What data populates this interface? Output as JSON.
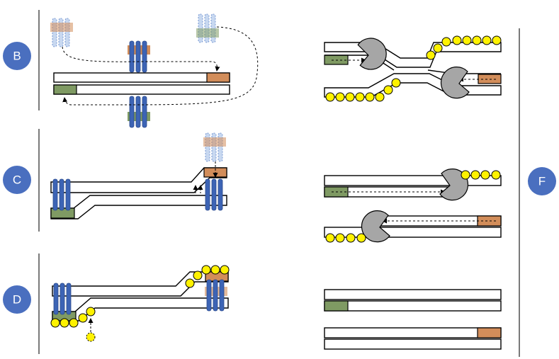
{
  "panels": {
    "b": {
      "label": "B"
    },
    "c": {
      "label": "C"
    },
    "d": {
      "label": "D"
    },
    "f": {
      "label": "F"
    }
  },
  "colors": {
    "badge": "#4a6fbf",
    "protein": "#3d64b5",
    "protein_faded": "#a9c0e6",
    "flap_orange": "#d28d5a",
    "primer_green": "#7f9a63",
    "bead_yellow": "#fff200",
    "polymerase_gray": "#a6a6a6"
  },
  "icons": [
    "dna-strand",
    "clamp-protein",
    "polymerase",
    "yellow-bead",
    "dashed-arrow"
  ]
}
